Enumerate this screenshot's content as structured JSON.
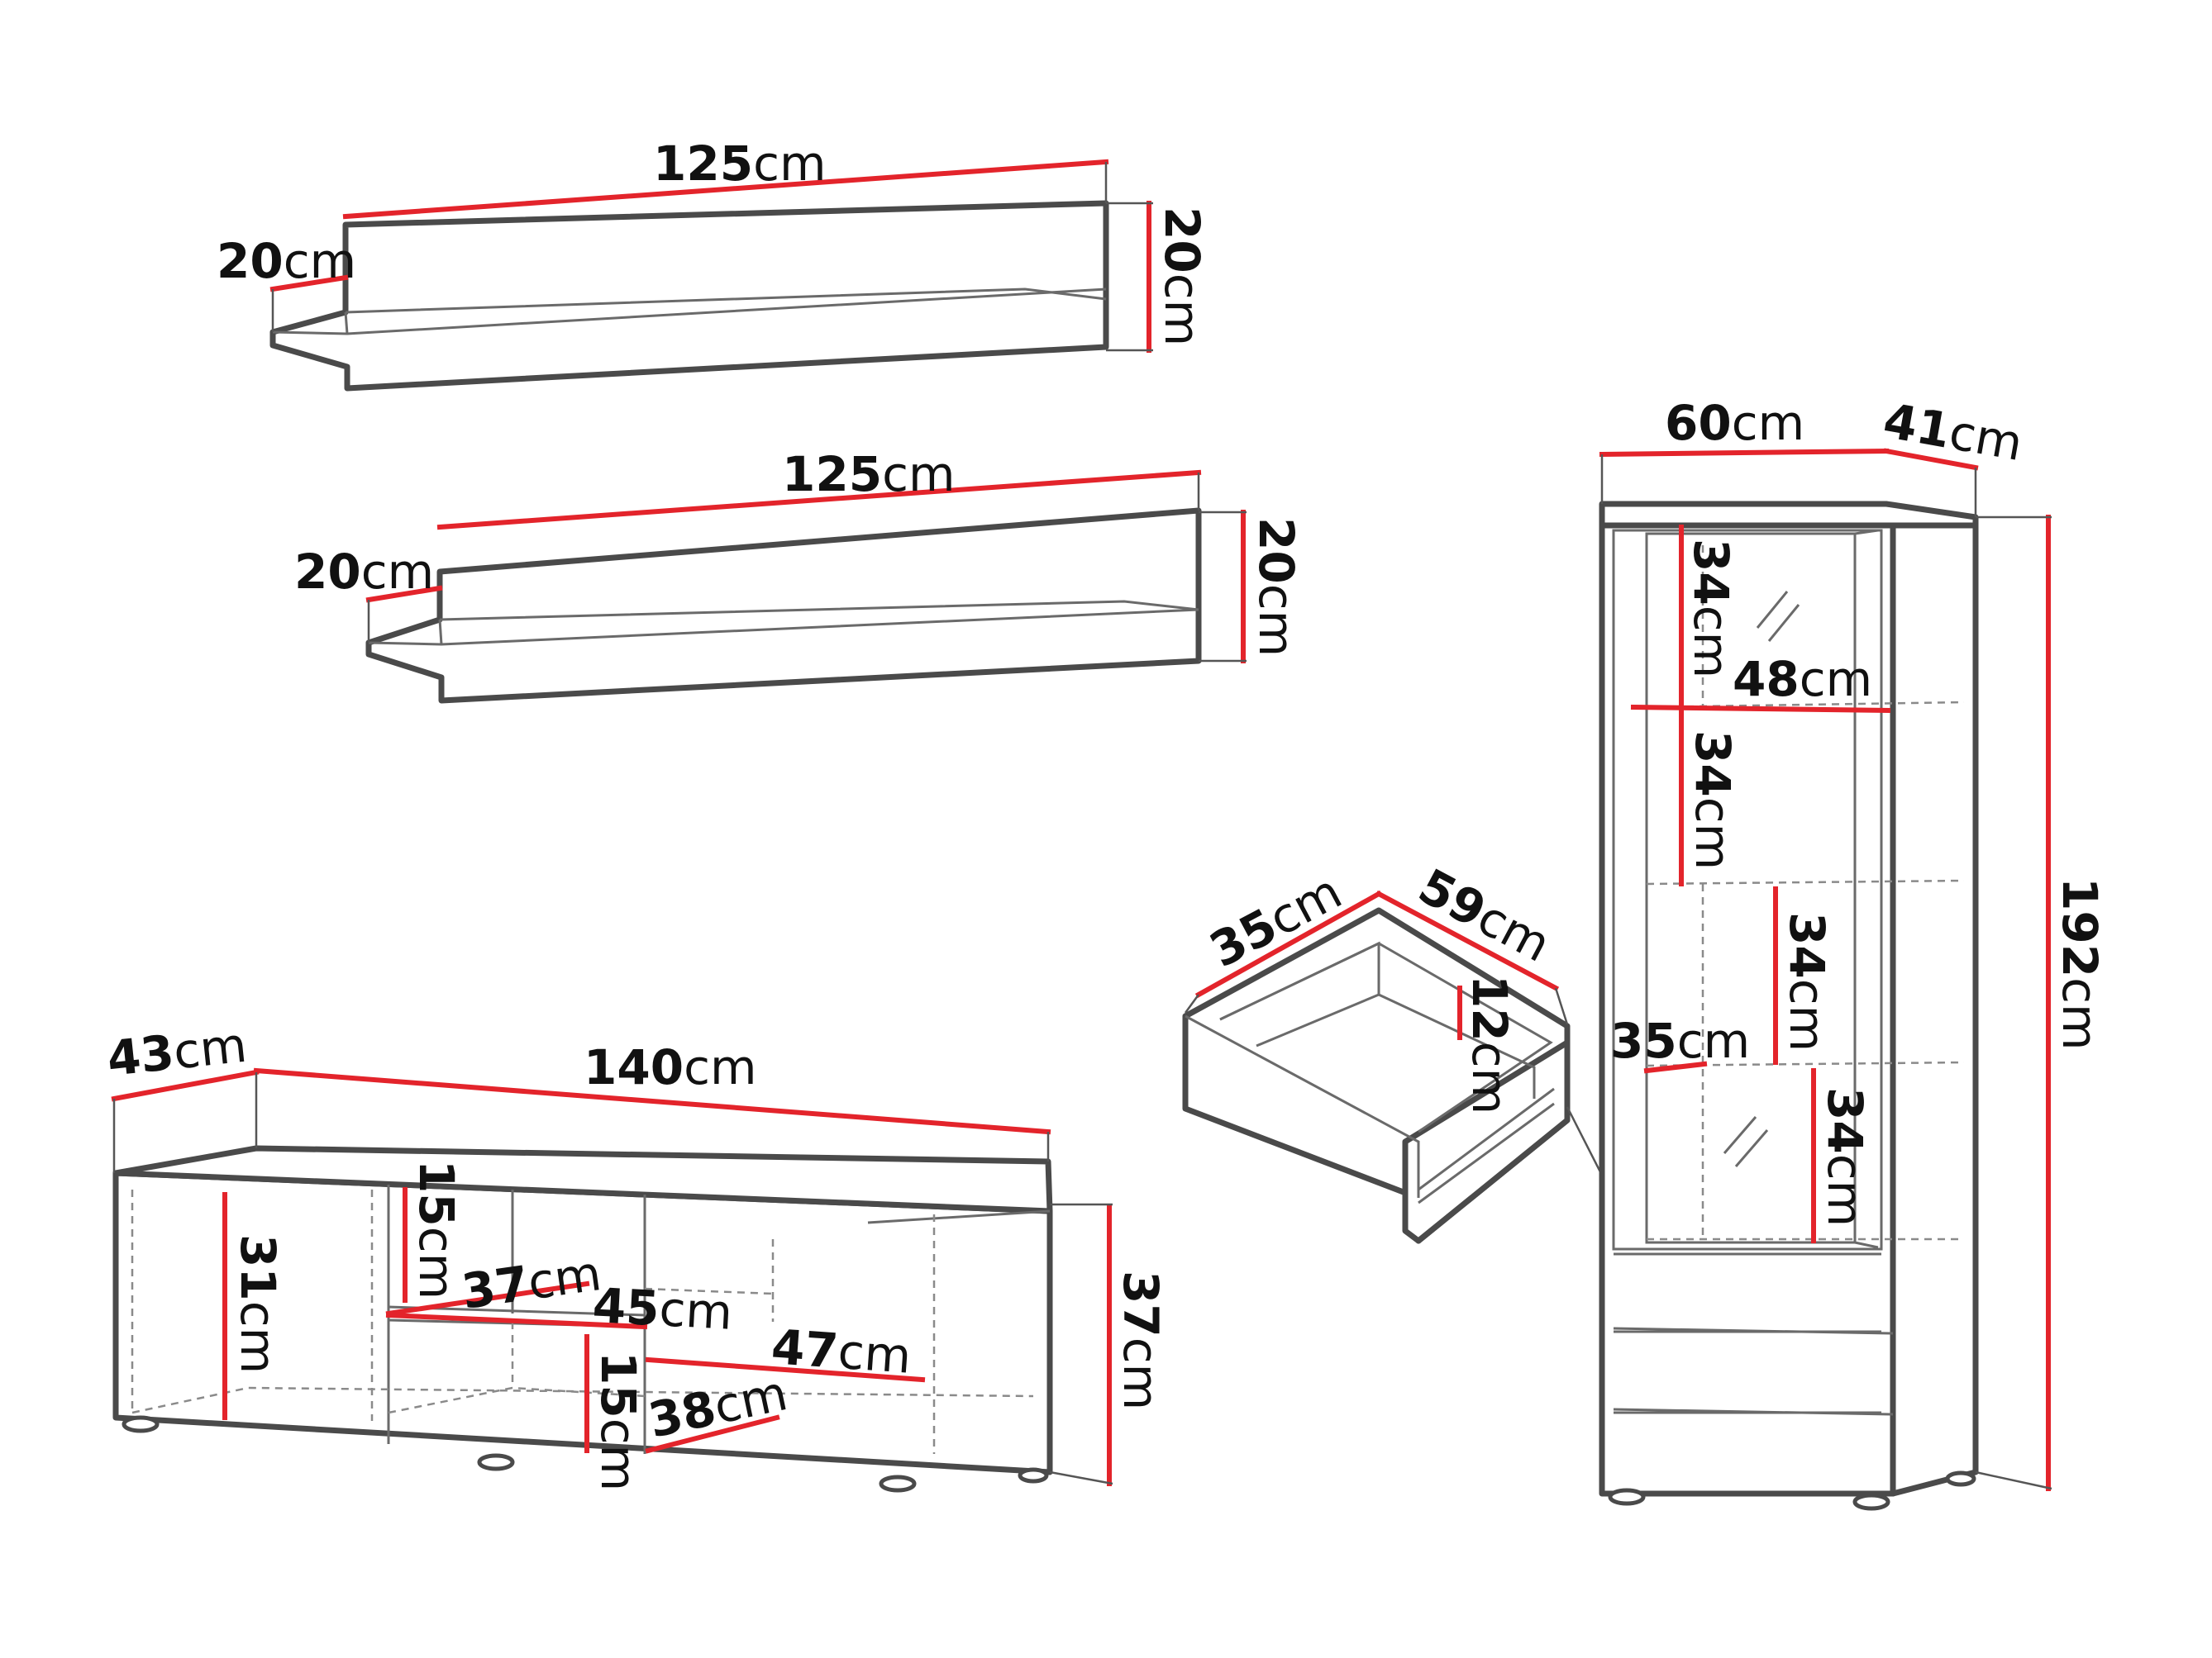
{
  "colors": {
    "dimension_line": "#e3242b",
    "outline": "#4a4a4a",
    "text": "#111111"
  },
  "labels": {
    "shelf1_length": {
      "num": "125",
      "unit": "cm"
    },
    "shelf1_depth": {
      "num": "20",
      "unit": "cm"
    },
    "shelf1_height": {
      "num": "20",
      "unit": "cm"
    },
    "shelf2_length": {
      "num": "125",
      "unit": "cm"
    },
    "shelf2_depth": {
      "num": "20",
      "unit": "cm"
    },
    "shelf2_height": {
      "num": "20",
      "unit": "cm"
    },
    "tv_width": {
      "num": "140",
      "unit": "cm"
    },
    "tv_depth": {
      "num": "43",
      "unit": "cm"
    },
    "tv_height": {
      "num": "37",
      "unit": "cm"
    },
    "tv_left_compartment_height": {
      "num": "31",
      "unit": "cm"
    },
    "tv_upper_niche_height": {
      "num": "15",
      "unit": "cm"
    },
    "tv_upper_niche_depth": {
      "num": "37",
      "unit": "cm"
    },
    "tv_niche_width": {
      "num": "45",
      "unit": "cm"
    },
    "tv_right_compartment_width": {
      "num": "47",
      "unit": "cm"
    },
    "tv_lower_niche_height": {
      "num": "15",
      "unit": "cm"
    },
    "tv_lower_niche_depth": {
      "num": "38",
      "unit": "cm"
    },
    "drawer_depth": {
      "num": "35",
      "unit": "cm"
    },
    "drawer_width": {
      "num": "59",
      "unit": "cm"
    },
    "drawer_height": {
      "num": "12",
      "unit": "cm"
    },
    "cabinet_width": {
      "num": "60",
      "unit": "cm"
    },
    "cabinet_depth": {
      "num": "41",
      "unit": "cm"
    },
    "cabinet_height": {
      "num": "192",
      "unit": "cm"
    },
    "cabinet_shelf_gap_1": {
      "num": "34",
      "unit": "cm"
    },
    "cabinet_inner_width": {
      "num": "48",
      "unit": "cm"
    },
    "cabinet_shelf_gap_2": {
      "num": "34",
      "unit": "cm"
    },
    "cabinet_shelf_gap_3": {
      "num": "34",
      "unit": "cm"
    },
    "cabinet_shelf_depth": {
      "num": "35",
      "unit": "cm"
    },
    "cabinet_shelf_gap_4": {
      "num": "34",
      "unit": "cm"
    }
  }
}
